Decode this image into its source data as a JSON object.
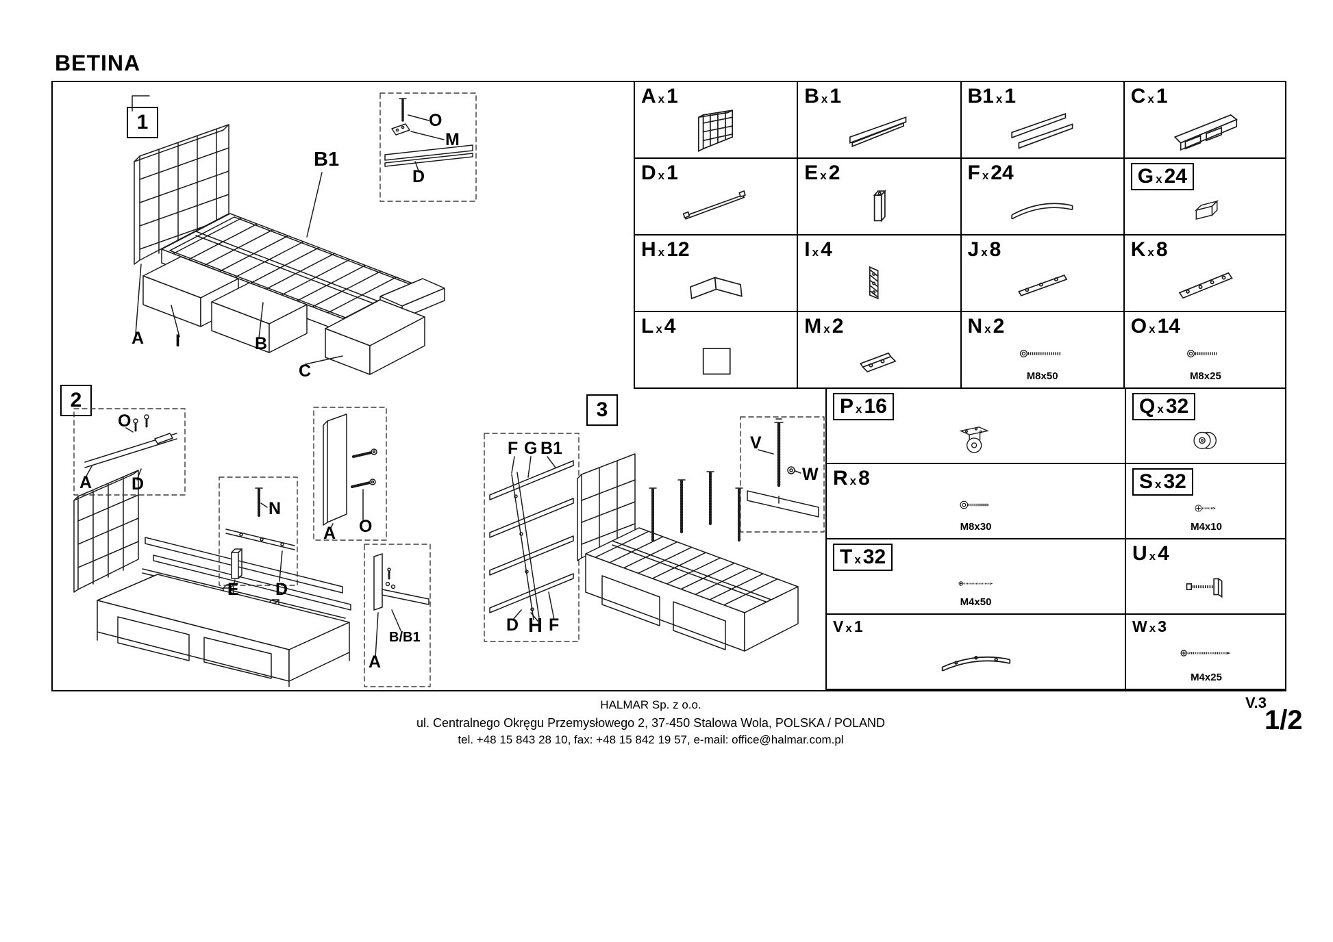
{
  "title": "BETINA",
  "steps": {
    "s1": {
      "num": "1",
      "b1": "B1",
      "a": "A",
      "i": "I",
      "b": "B",
      "c": "C",
      "inset": {
        "o": "O",
        "m": "M",
        "d": "D"
      }
    },
    "s2": {
      "num": "2",
      "inset1": {
        "o": "O",
        "a": "A",
        "d": "D"
      },
      "inset2": {
        "n": "N",
        "e": "E",
        "d": "D"
      },
      "panel": {
        "a": "A",
        "o": "O"
      },
      "inset3": {
        "bb1": "B/B1",
        "a": "A"
      }
    },
    "s3": {
      "num": "3",
      "top": {
        "f": "F",
        "g": "G",
        "b1": "B1"
      },
      "bottom": {
        "d": "D",
        "h": "H",
        "f": "F"
      },
      "inset": {
        "v": "V",
        "w": "W"
      }
    }
  },
  "parts": [
    {
      "id": "A",
      "mult": "x",
      "count": "1",
      "icon": "headboard"
    },
    {
      "id": "B",
      "mult": "x",
      "count": "1",
      "icon": "rail"
    },
    {
      "id": "B1",
      "mult": "x",
      "count": "1",
      "icon": "rail2"
    },
    {
      "id": "C",
      "mult": "x",
      "count": "1",
      "icon": "siderail"
    },
    {
      "id": "D",
      "mult": "x",
      "count": "1",
      "icon": "rod"
    },
    {
      "id": "E",
      "mult": "x",
      "count": "2",
      "icon": "post"
    },
    {
      "id": "F",
      "mult": "x",
      "count": "24",
      "icon": "slat"
    },
    {
      "id": "G",
      "mult": "x",
      "count": "24",
      "icon": "block",
      "boxed": true
    },
    {
      "id": "H",
      "mult": "x",
      "count": "12",
      "icon": "panels"
    },
    {
      "id": "I",
      "mult": "x",
      "count": "4",
      "icon": "bracket-dark"
    },
    {
      "id": "J",
      "mult": "x",
      "count": "8",
      "icon": "plate3"
    },
    {
      "id": "K",
      "mult": "x",
      "count": "8",
      "icon": "plate4"
    },
    {
      "id": "L",
      "mult": "x",
      "count": "4",
      "icon": "square"
    },
    {
      "id": "M",
      "mult": "x",
      "count": "2",
      "icon": "bracket-small"
    },
    {
      "id": "N",
      "mult": "x",
      "count": "2",
      "icon": "bolt-long",
      "size": "M8x50"
    },
    {
      "id": "O",
      "mult": "x",
      "count": "14",
      "icon": "bolt-short",
      "size": "M8x25"
    },
    {
      "id": "P",
      "mult": "x",
      "count": "16",
      "icon": "caster",
      "boxed": true
    },
    {
      "id": "Q",
      "mult": "x",
      "count": "32",
      "icon": "wheel",
      "boxed": true
    },
    {
      "id": "R",
      "mult": "x",
      "count": "8",
      "icon": "bolt-head",
      "size": "M8x30"
    },
    {
      "id": "S",
      "mult": "x",
      "count": "32",
      "icon": "screw-short",
      "size": "M4x10",
      "boxed": true
    },
    {
      "id": "T",
      "mult": "x",
      "count": "32",
      "icon": "screw-long",
      "size": "M4x50",
      "boxed": true
    },
    {
      "id": "U",
      "mult": "x",
      "count": "4",
      "icon": "cam"
    },
    {
      "id": "V",
      "mult": "x",
      "count": "1",
      "icon": "slat-long",
      "small": true
    },
    {
      "id": "W",
      "mult": "x",
      "count": "3",
      "icon": "screw-long",
      "size": "M4x25",
      "small": true
    }
  ],
  "footer": {
    "company": "HALMAR Sp. z o.o.",
    "address": "ul. Centralnego Okręgu Przemysłowego 2, 37-450 Stalowa Wola, POLSKA / POLAND",
    "contact": "tel. +48 15 843 28 10, fax: +48 15 842 19 57, e-mail: office@halmar.com.pl",
    "version": "V.3",
    "page": "1/2"
  }
}
